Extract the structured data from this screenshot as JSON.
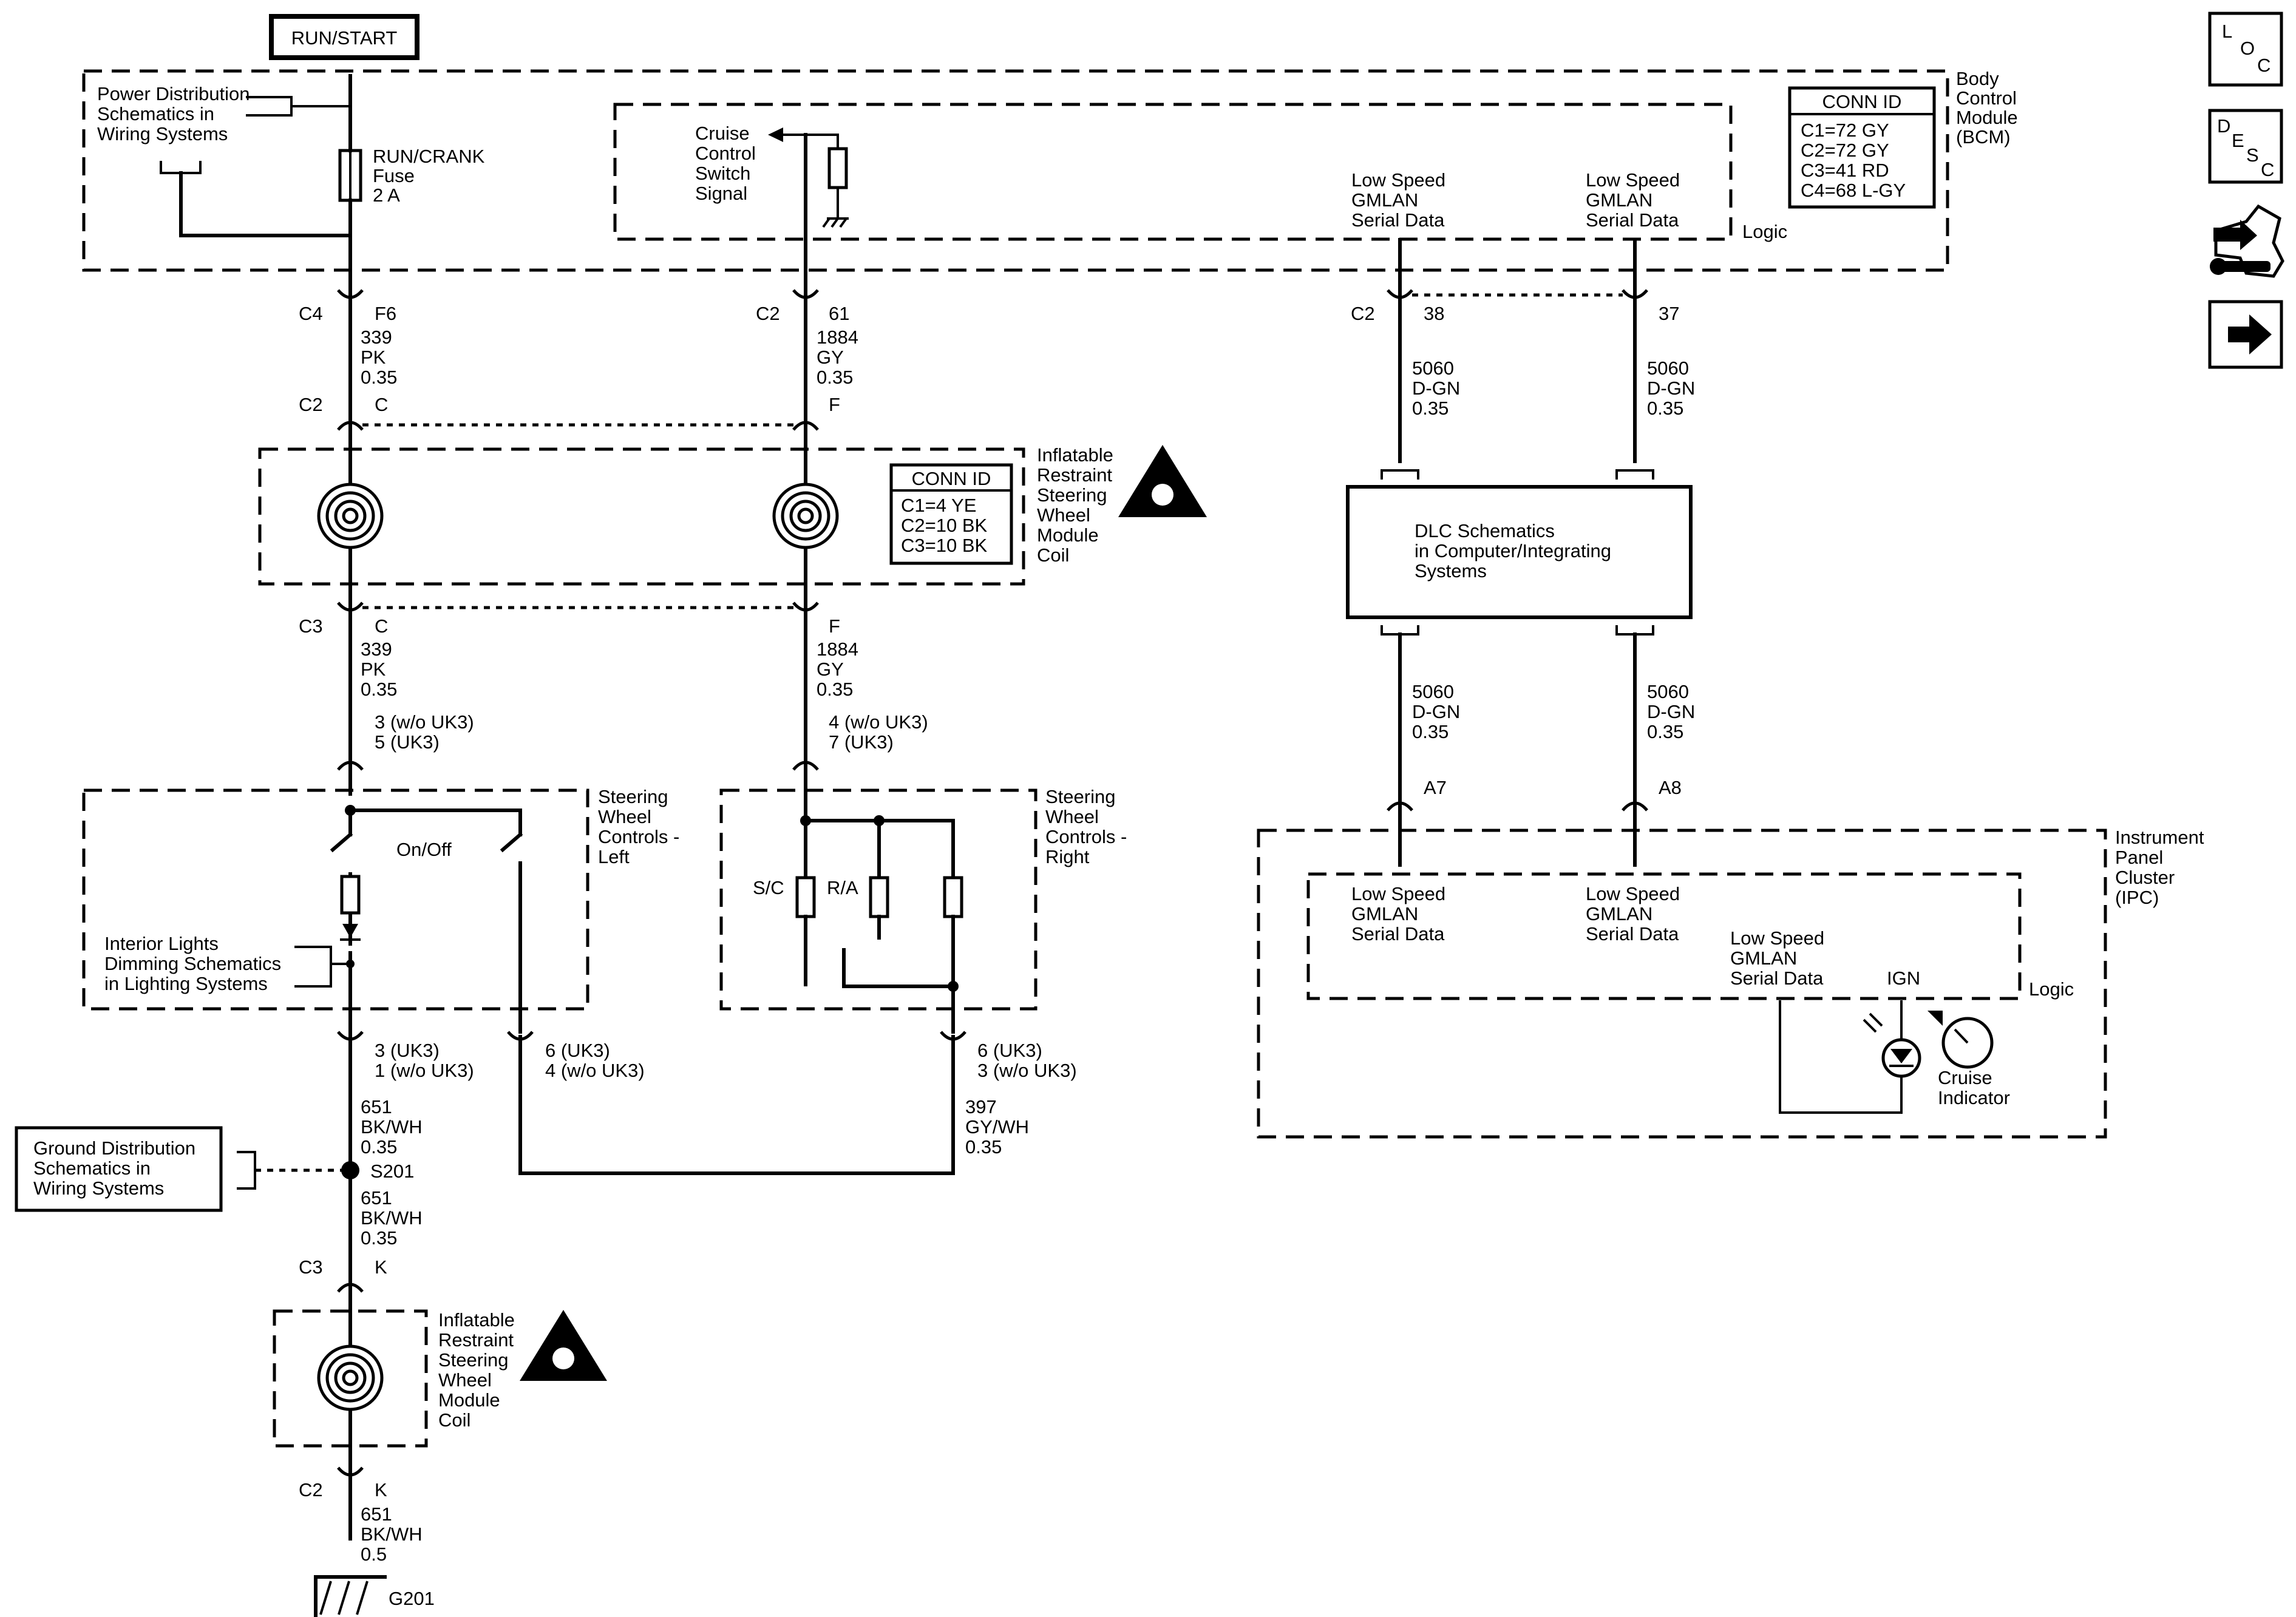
{
  "title_box": "RUN/START",
  "bcm": {
    "label": [
      "Body",
      "Control",
      "Module",
      "(BCM)"
    ],
    "power_dist": [
      "Power Distribution",
      "Schematics in",
      "Wiring Systems"
    ],
    "fuse": [
      "RUN/CRANK",
      "Fuse",
      "2 A"
    ],
    "cruise_signal": [
      "Cruise",
      "Control",
      "Switch",
      "Signal"
    ],
    "logic": "Logic",
    "gmlan1": [
      "Low Speed",
      "GMLAN",
      "Serial Data"
    ],
    "gmlan2": [
      "Low Speed",
      "GMLAN",
      "Serial Data"
    ],
    "conn_id": {
      "header": "CONN ID",
      "rows": [
        "C1=72 GY",
        "C2=72 GY",
        "C3=41 RD",
        "C4=68 L-GY"
      ]
    }
  },
  "bcm_pins": {
    "left": {
      "conn": "C4",
      "pin": "F6",
      "wire": [
        "339",
        "PK",
        "0.35"
      ]
    },
    "cruise": {
      "conn": "C2",
      "pin": "61",
      "wire": [
        "1884",
        "GY",
        "0.35"
      ]
    },
    "gm1": {
      "conn": "C2",
      "pin": "38",
      "wire": [
        "5060",
        "D-GN",
        "0.35"
      ]
    },
    "gm2": {
      "pin": "37",
      "wire": [
        "5060",
        "D-GN",
        "0.35"
      ]
    }
  },
  "coil_top": {
    "label": [
      "Inflatable",
      "Restraint",
      "Steering",
      "Wheel",
      "Module",
      "Coil"
    ],
    "conn_id": {
      "header": "CONN ID",
      "rows": [
        "C1=4 YE",
        "C2=10 BK",
        "C3=10 BK"
      ]
    },
    "c2_left": {
      "conn": "C2",
      "pin": "C"
    },
    "c2_right": {
      "pin": "F"
    },
    "c3_left": {
      "conn": "C3",
      "pin": "C",
      "wire": [
        "339",
        "PK",
        "0.35"
      ]
    },
    "c3_right": {
      "pin": "F",
      "wire": [
        "1884",
        "GY",
        "0.35"
      ]
    }
  },
  "swc_left": {
    "label": [
      "Steering",
      "Wheel",
      "Controls -",
      "Left"
    ],
    "pin_in": [
      "3 (w/o UK3)",
      "5 (UK3)"
    ],
    "onoff": "On/Off",
    "dimming": [
      "Interior Lights",
      "Dimming Schematics",
      "in Lighting Systems"
    ],
    "pin_out1": [
      "3 (UK3)",
      "1 (w/o UK3)"
    ],
    "pin_out2": [
      "6 (UK3)",
      "4 (w/o UK3)"
    ]
  },
  "swc_right": {
    "label": [
      "Steering",
      "Wheel",
      "Controls -",
      "Right"
    ],
    "pin_in": [
      "4 (w/o UK3)",
      "7 (UK3)"
    ],
    "sc": "S/C",
    "ra": "R/A",
    "pin_out": [
      "6 (UK3)",
      "3 (w/o UK3)"
    ],
    "wire_out": [
      "397",
      "GY/WH",
      "0.35"
    ]
  },
  "ground": {
    "dist": [
      "Ground Distribution",
      "Schematics in",
      "Wiring Systems"
    ],
    "wire1": [
      "651",
      "BK/WH",
      "0.35"
    ],
    "splice": "S201",
    "wire2": [
      "651",
      "BK/WH",
      "0.35"
    ],
    "c3": {
      "conn": "C3",
      "pin": "K"
    },
    "c2": {
      "conn": "C2",
      "pin": "K"
    },
    "wire3": [
      "651",
      "BK/WH",
      "0.5"
    ],
    "ground_id": "G201"
  },
  "coil_bottom": {
    "label": [
      "Inflatable",
      "Restraint",
      "Steering",
      "Wheel",
      "Module",
      "Coil"
    ]
  },
  "dlc": {
    "label": [
      "DLC Schematics",
      "in Computer/Integrating",
      "Systems"
    ],
    "wire_left": [
      "5060",
      "D-GN",
      "0.35"
    ],
    "wire_right": [
      "5060",
      "D-GN",
      "0.35"
    ]
  },
  "ipc": {
    "label": [
      "Instrument",
      "Panel",
      "Cluster",
      "(IPC)"
    ],
    "pin_a7": "A7",
    "pin_a8": "A8",
    "gmlan1": [
      "Low Speed",
      "GMLAN",
      "Serial Data"
    ],
    "gmlan2": [
      "Low Speed",
      "GMLAN",
      "Serial Data"
    ],
    "gmlan3": [
      "Low Speed",
      "GMLAN",
      "Serial Data"
    ],
    "ign": "IGN",
    "logic": "Logic",
    "cruise": [
      "Cruise",
      "Indicator"
    ]
  },
  "side_icons": {
    "loc": [
      "L",
      "O",
      "C"
    ],
    "desc": [
      "D",
      "E",
      "S",
      "C"
    ]
  }
}
